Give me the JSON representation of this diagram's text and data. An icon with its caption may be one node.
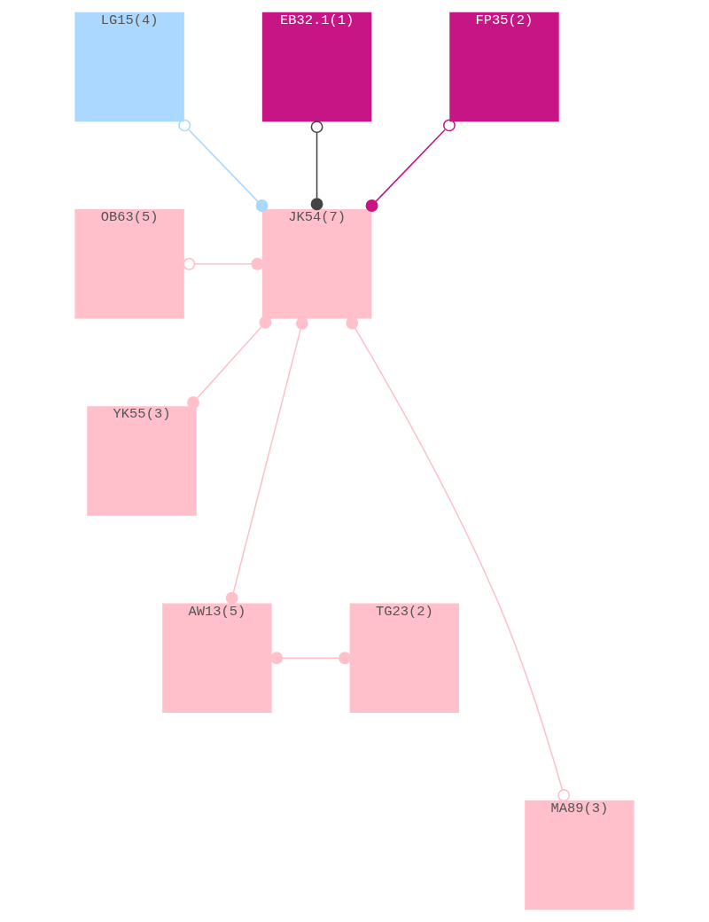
{
  "diagram": {
    "nodes": [
      {
        "text": [
          "LG15(4)"
        ]
      },
      {
        "text": [
          "EB32.1(1)"
        ]
      },
      {
        "text": [
          "FP35(2)"
        ]
      },
      {
        "text": [
          "OB63(5)"
        ]
      },
      {
        "text": [
          "JK54(7)"
        ]
      },
      {
        "text": [
          "YK55(3)"
        ]
      },
      {
        "text": [
          "AW13(5)"
        ]
      },
      {
        "text": [
          "TG23(2)"
        ]
      },
      {
        "text": [
          "MA89(3)"
        ]
      }
    ],
    "edges": [
      {
        "from": 0,
        "to": 4,
        "arrow": "other",
        "color": "#aad8ff"
      },
      {
        "from": 1,
        "to": 4,
        "arrow": "other",
        "color": "#444444"
      },
      {
        "from": 2,
        "to": 4,
        "arrow": "other",
        "color": "#c71585"
      },
      {
        "from": 3,
        "to": 4,
        "arrow": "other"
      },
      {
        "from": 5,
        "to": 4,
        "arrow": "other"
      },
      {
        "from": 6,
        "to": 4,
        "arrow": "other"
      },
      {
        "from": 6,
        "to": 7,
        "arrow": "other"
      },
      {
        "from": 8,
        "to": 4,
        "arrow": "other"
      }
    ]
  }
}
